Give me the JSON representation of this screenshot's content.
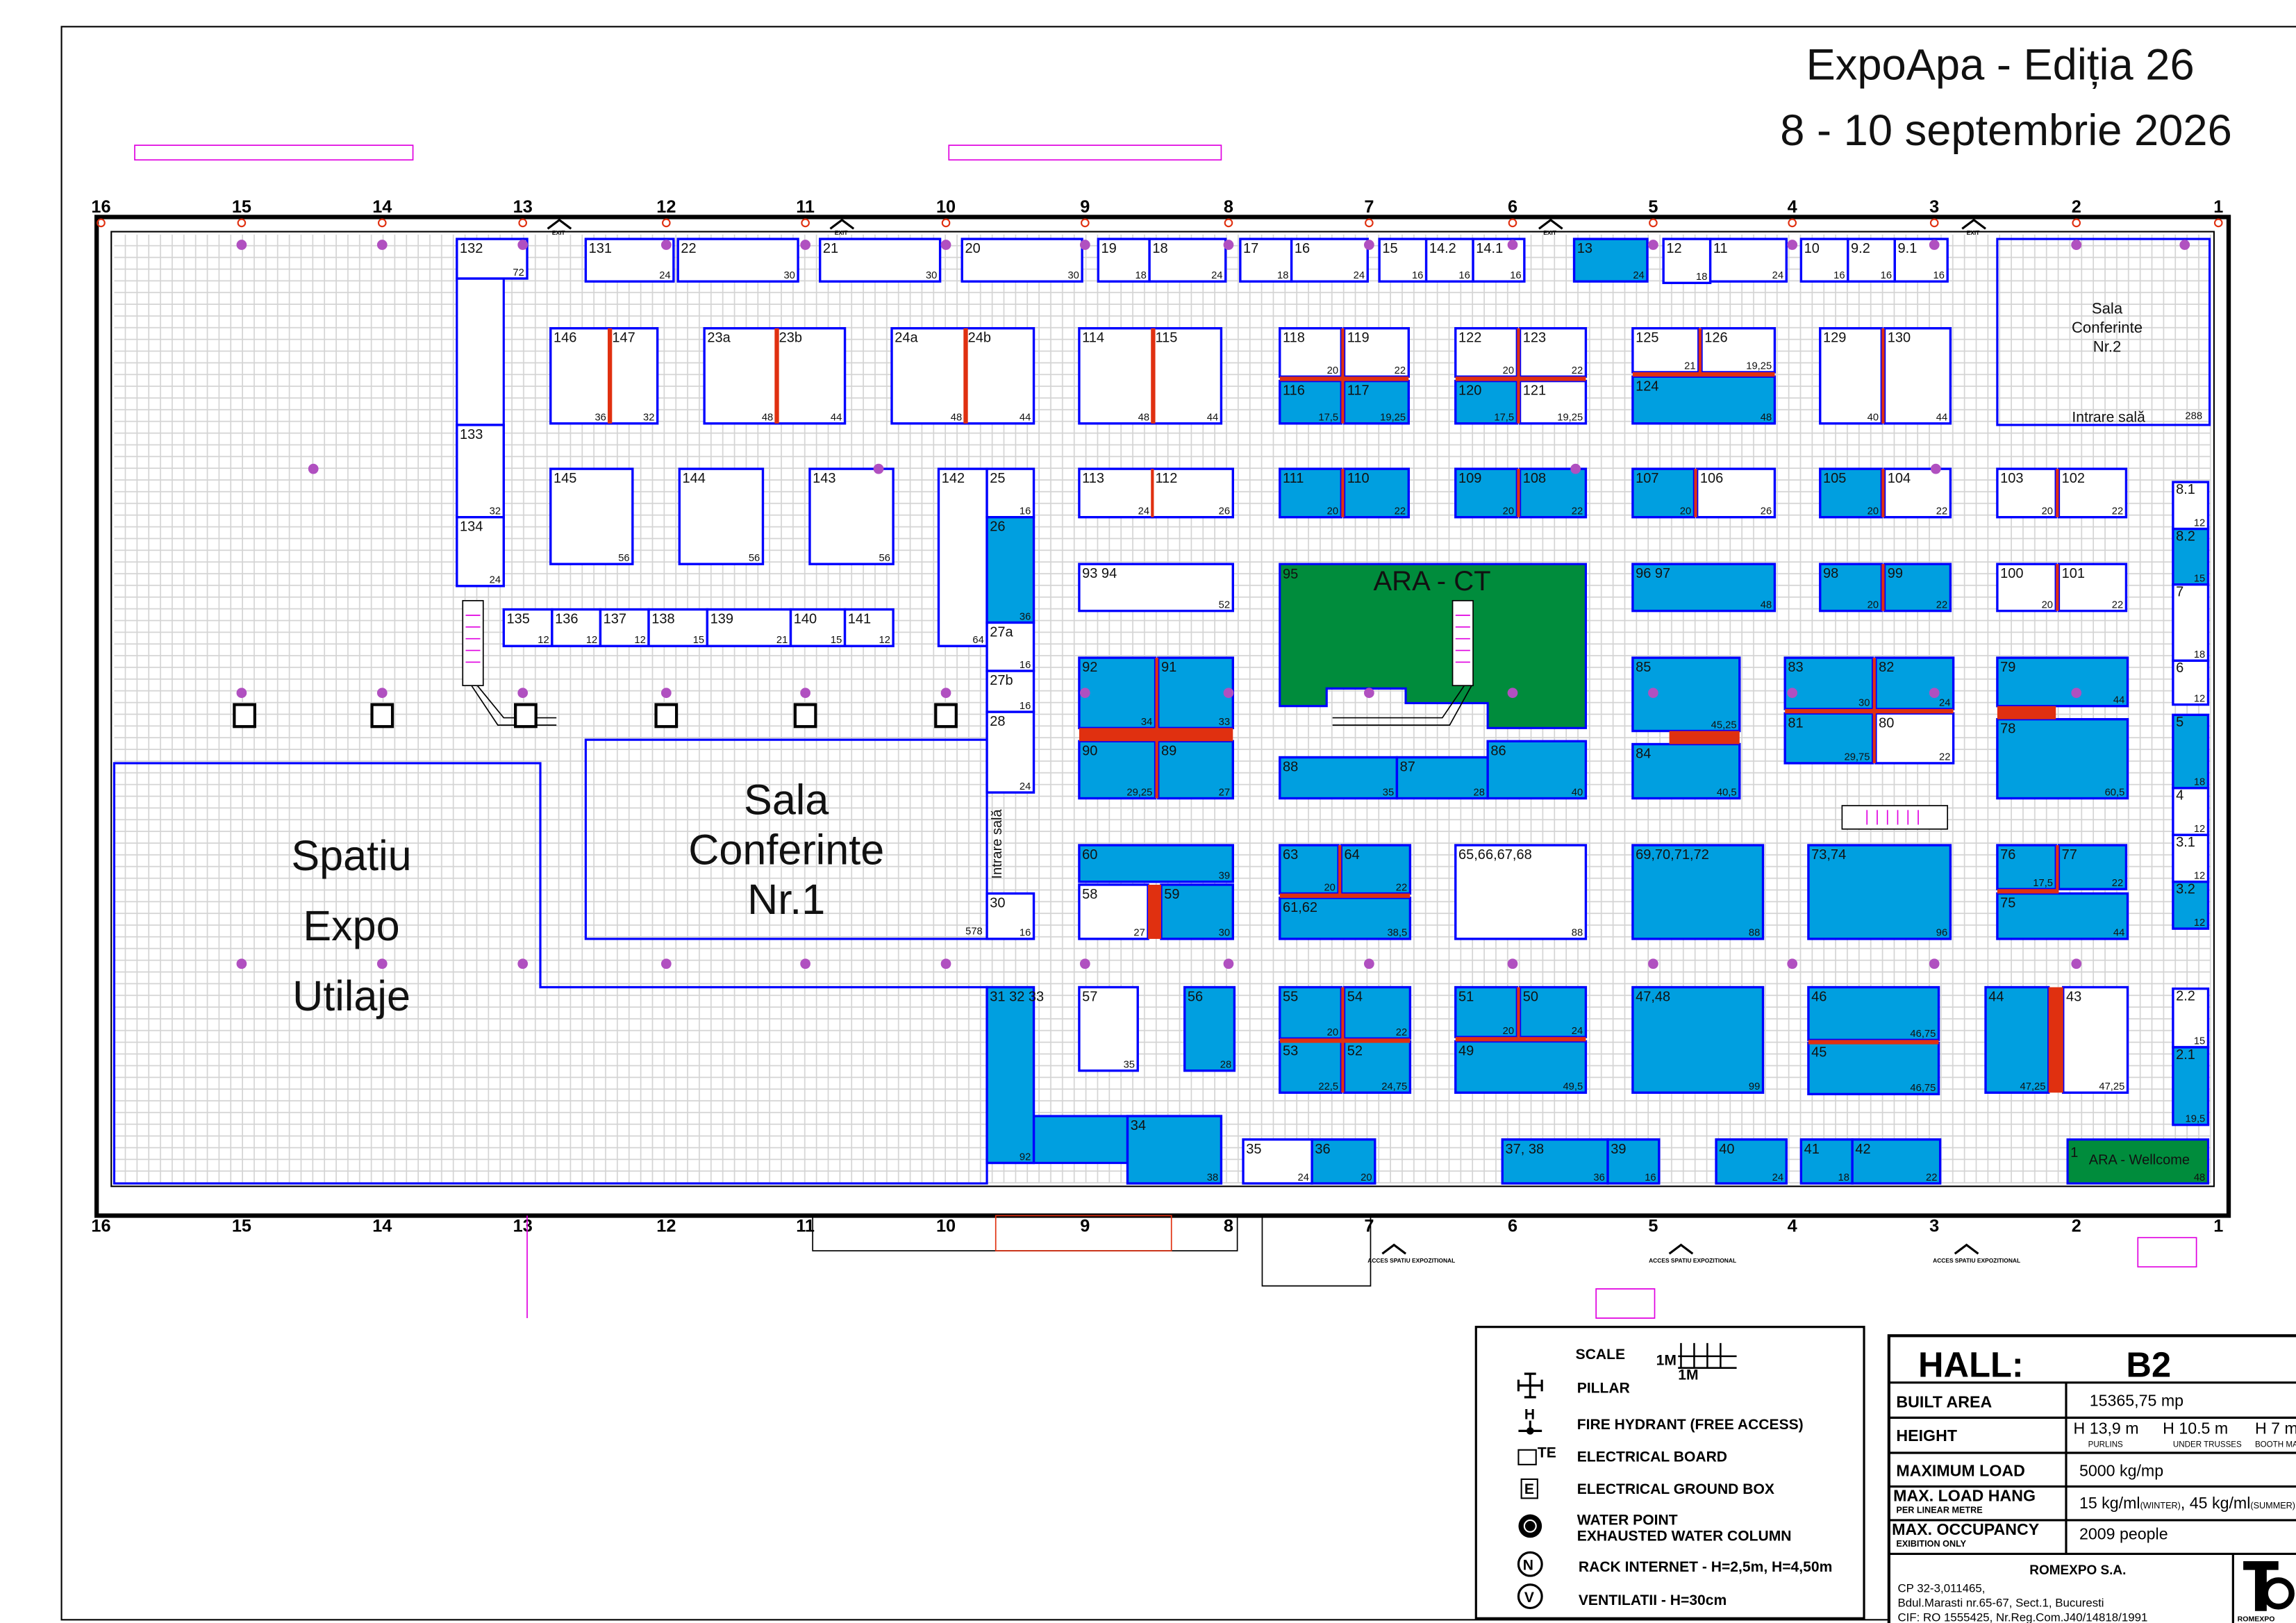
{
  "header": {
    "title": "ExpoApa - Ediția 26",
    "dates": "8 - 10 septembrie 2026"
  },
  "columns": [
    "16",
    "15",
    "14",
    "13",
    "12",
    "11",
    "10",
    "9",
    "8",
    "7",
    "6",
    "5",
    "4",
    "3",
    "2",
    "1"
  ],
  "colors": {
    "booked": "#009fe0",
    "free": "#ffffff",
    "stand_border": "#0000ff",
    "divider": "#e03010",
    "special": "#008c3c"
  },
  "stands": [
    {
      "label": "132",
      "area": "72",
      "booked": false
    },
    {
      "label": "131",
      "area": "24",
      "booked": false
    },
    {
      "label": "22",
      "area": "30",
      "booked": false
    },
    {
      "label": "21",
      "area": "30",
      "booked": false
    },
    {
      "label": "20",
      "area": "30",
      "booked": false
    },
    {
      "label": "19",
      "area": "18",
      "booked": false
    },
    {
      "label": "18",
      "area": "24",
      "booked": false
    },
    {
      "label": "17",
      "area": "18",
      "booked": false
    },
    {
      "label": "16",
      "area": "24",
      "booked": false
    },
    {
      "label": "15",
      "area": "16",
      "booked": false
    },
    {
      "label": "14.2",
      "area": "16",
      "booked": false
    },
    {
      "label": "14.1",
      "area": "16",
      "booked": false
    },
    {
      "label": "13",
      "area": "24",
      "booked": true
    },
    {
      "label": "12",
      "area": "18",
      "booked": false
    },
    {
      "label": "11",
      "area": "24",
      "booked": false
    },
    {
      "label": "10",
      "area": "16",
      "booked": false
    },
    {
      "label": "9.2",
      "area": "16",
      "booked": false
    },
    {
      "label": "9.1",
      "area": "16",
      "booked": false
    },
    {
      "label": "133",
      "area": "32",
      "booked": false
    },
    {
      "label": "134",
      "area": "24",
      "booked": false
    },
    {
      "label": "146",
      "area": "36",
      "booked": false
    },
    {
      "label": "147",
      "area": "32",
      "booked": false
    },
    {
      "label": "23a",
      "area": "48",
      "booked": false
    },
    {
      "label": "23b",
      "area": "44",
      "booked": false
    },
    {
      "label": "24a",
      "area": "48",
      "booked": false
    },
    {
      "label": "24b",
      "area": "44",
      "booked": false
    },
    {
      "label": "114",
      "area": "48",
      "booked": false
    },
    {
      "label": "115",
      "area": "44",
      "booked": false
    },
    {
      "label": "118",
      "area": "20",
      "booked": false
    },
    {
      "label": "119",
      "area": "22",
      "booked": false
    },
    {
      "label": "116",
      "area": "17,5",
      "booked": true
    },
    {
      "label": "117",
      "area": "19,25",
      "booked": true
    },
    {
      "label": "122",
      "area": "20",
      "booked": false
    },
    {
      "label": "123",
      "area": "22",
      "booked": false
    },
    {
      "label": "120",
      "area": "17,5",
      "booked": true
    },
    {
      "label": "121",
      "area": "19,25",
      "booked": false
    },
    {
      "label": "125",
      "area": "21",
      "booked": false
    },
    {
      "label": "126",
      "area": "19,25",
      "booked": false
    },
    {
      "label": "124",
      "area": "48",
      "booked": true
    },
    {
      "label": "129",
      "area": "40",
      "booked": false
    },
    {
      "label": "130",
      "area": "44",
      "booked": false
    },
    {
      "label": "145",
      "area": "56",
      "booked": false
    },
    {
      "label": "144",
      "area": "56",
      "booked": false
    },
    {
      "label": "143",
      "area": "56",
      "booked": false
    },
    {
      "label": "142",
      "area": "64",
      "booked": false
    },
    {
      "label": "25",
      "area": "16",
      "booked": false
    },
    {
      "label": "26",
      "area": "36",
      "booked": true
    },
    {
      "label": "27a",
      "area": "16",
      "booked": false
    },
    {
      "label": "27b",
      "area": "16",
      "booked": false
    },
    {
      "label": "28",
      "area": "24",
      "booked": false
    },
    {
      "label": "30",
      "area": "16",
      "booked": false
    },
    {
      "label": "113",
      "area": "24",
      "booked": false
    },
    {
      "label": "112",
      "area": "26",
      "booked": false
    },
    {
      "label": "111",
      "area": "20",
      "booked": true
    },
    {
      "label": "110",
      "area": "22",
      "booked": true
    },
    {
      "label": "109",
      "area": "20",
      "booked": true
    },
    {
      "label": "108",
      "area": "22",
      "booked": true
    },
    {
      "label": "107",
      "area": "20",
      "booked": true
    },
    {
      "label": "106",
      "area": "26",
      "booked": false
    },
    {
      "label": "105",
      "area": "20",
      "booked": true
    },
    {
      "label": "104",
      "area": "22",
      "booked": false
    },
    {
      "label": "103",
      "area": "20",
      "booked": false
    },
    {
      "label": "102",
      "area": "22",
      "booked": false
    },
    {
      "label": "8.1",
      "area": "12",
      "booked": false
    },
    {
      "label": "8.2",
      "area": "15",
      "booked": true
    },
    {
      "label": "7",
      "area": "18",
      "booked": false
    },
    {
      "label": "6",
      "area": "12",
      "booked": false
    },
    {
      "label": "5",
      "area": "18",
      "booked": true
    },
    {
      "label": "4",
      "area": "12",
      "booked": false
    },
    {
      "label": "3.1",
      "area": "12",
      "booked": false
    },
    {
      "label": "3.2",
      "area": "12",
      "booked": true
    },
    {
      "label": "2.2",
      "area": "15",
      "booked": false
    },
    {
      "label": "2.1",
      "area": "19,5",
      "booked": true
    },
    {
      "label": "135",
      "area": "12",
      "booked": false
    },
    {
      "label": "136",
      "area": "12",
      "booked": false
    },
    {
      "label": "137",
      "area": "12",
      "booked": false
    },
    {
      "label": "138",
      "area": "15",
      "booked": false
    },
    {
      "label": "139",
      "area": "21",
      "booked": false
    },
    {
      "label": "140",
      "area": "15",
      "booked": false
    },
    {
      "label": "141",
      "area": "12",
      "booked": false
    },
    {
      "label": "93 94",
      "area": "52",
      "booked": false
    },
    {
      "label": "96 97",
      "area": "48",
      "booked": true
    },
    {
      "label": "98",
      "area": "20",
      "booked": true
    },
    {
      "label": "99",
      "area": "22",
      "booked": true
    },
    {
      "label": "100",
      "area": "20",
      "booked": false
    },
    {
      "label": "101",
      "area": "22",
      "booked": false
    },
    {
      "label": "92",
      "area": "34",
      "booked": true
    },
    {
      "label": "91",
      "area": "33",
      "booked": true
    },
    {
      "label": "90",
      "area": "29,25",
      "booked": true
    },
    {
      "label": "89",
      "area": "27",
      "booked": true
    },
    {
      "label": "88",
      "area": "35",
      "booked": true
    },
    {
      "label": "87",
      "area": "28",
      "booked": true
    },
    {
      "label": "86",
      "area": "40",
      "booked": true
    },
    {
      "label": "85",
      "area": "45,25",
      "booked": true
    },
    {
      "label": "84",
      "area": "40,5",
      "booked": true
    },
    {
      "label": "83",
      "area": "30",
      "booked": true
    },
    {
      "label": "82",
      "area": "24",
      "booked": true
    },
    {
      "label": "81",
      "area": "29,75",
      "booked": true
    },
    {
      "label": "80",
      "area": "22",
      "booked": false
    },
    {
      "label": "79",
      "area": "44",
      "booked": true
    },
    {
      "label": "78",
      "area": "60,5",
      "booked": true
    },
    {
      "label": "60",
      "area": "39",
      "booked": true
    },
    {
      "label": "58",
      "area": "27",
      "booked": false
    },
    {
      "label": "59",
      "area": "30",
      "booked": true
    },
    {
      "label": "63",
      "area": "20",
      "booked": true
    },
    {
      "label": "64",
      "area": "22",
      "booked": true
    },
    {
      "label": "61,62",
      "area": "38,5",
      "booked": true
    },
    {
      "label": "65,66,67,68",
      "area": "88",
      "booked": false
    },
    {
      "label": "69,70,71,72",
      "area": "88",
      "booked": true
    },
    {
      "label": "73,74",
      "area": "96",
      "booked": true
    },
    {
      "label": "76",
      "area": "17,5",
      "booked": true
    },
    {
      "label": "77",
      "area": "22",
      "booked": true
    },
    {
      "label": "75",
      "area": "44",
      "booked": true
    },
    {
      "label": "57",
      "area": "35",
      "booked": false
    },
    {
      "label": "56",
      "area": "28",
      "booked": true
    },
    {
      "label": "55",
      "area": "20",
      "booked": true
    },
    {
      "label": "54",
      "area": "22",
      "booked": true
    },
    {
      "label": "53",
      "area": "22,5",
      "booked": true
    },
    {
      "label": "52",
      "area": "24,75",
      "booked": true
    },
    {
      "label": "51",
      "area": "20",
      "booked": true
    },
    {
      "label": "50",
      "area": "24",
      "booked": true
    },
    {
      "label": "49",
      "area": "49,5",
      "booked": true
    },
    {
      "label": "47,48",
      "area": "99",
      "booked": true
    },
    {
      "label": "46",
      "area": "46,75",
      "booked": true
    },
    {
      "label": "45",
      "area": "46,75",
      "booked": true
    },
    {
      "label": "44",
      "area": "47,25",
      "booked": true
    },
    {
      "label": "43",
      "area": "47,25",
      "booked": false
    },
    {
      "label": "31\n32\n33",
      "area": "92",
      "booked": true
    },
    {
      "label": "34",
      "area": "38",
      "booked": true
    },
    {
      "label": "35",
      "area": "24",
      "booked": false
    },
    {
      "label": "36",
      "area": "20",
      "booked": true
    },
    {
      "label": "37, 38",
      "area": "36",
      "booked": true
    },
    {
      "label": "39",
      "area": "16",
      "booked": true
    },
    {
      "label": "40",
      "area": "24",
      "booked": true
    },
    {
      "label": "41",
      "area": "18",
      "booked": true
    },
    {
      "label": "42",
      "area": "22",
      "booked": true
    }
  ],
  "specials": {
    "ara_ct": {
      "number": "95",
      "name": "ARA - CT"
    },
    "ara_welcome": {
      "number": "1",
      "name": "ARA - Wellcome",
      "area": "48"
    },
    "sala1": {
      "line1": "Sala",
      "line2": "Conferinte",
      "line3": "Nr.1",
      "area": "578",
      "entrance": "Intrare sală"
    },
    "sala2": {
      "line1": "Sala",
      "line2": "Conferinte",
      "line3": "Nr.2",
      "area": "288",
      "entrance": "Intrare sală"
    },
    "expo": {
      "line1": "Spatiu",
      "line2": "Expo",
      "line3": "Utilaje"
    }
  },
  "legend": {
    "scale": "SCALE",
    "scale_unit": "1M",
    "items": [
      {
        "icon": "pillar-icon",
        "label": "PILLAR"
      },
      {
        "icon": "fire-hydrant-icon",
        "label": "FIRE HYDRANT (FREE ACCESS)"
      },
      {
        "icon": "electrical-board-icon",
        "label": "ELECTRICAL BOARD"
      },
      {
        "icon": "electrical-ground-box-icon",
        "label": "ELECTRICAL GROUND BOX"
      },
      {
        "icon": "water-point-icon",
        "label": "WATER POINT",
        "label2": "EXHAUSTED WATER COLUMN"
      },
      {
        "icon": "rack-internet-icon",
        "label": "RACK INTERNET - H=2,5m, H=4,50m"
      },
      {
        "icon": "ventilation-icon",
        "label": "VENTILATII - H=30cm"
      }
    ],
    "te": "TE",
    "e": "E",
    "n": "N",
    "v": "V"
  },
  "hall": {
    "label": "HALL:",
    "name": "B2",
    "built_area_label": "BUILT  AREA",
    "built_area": "15365,75 mp",
    "height_label": "HEIGHT",
    "heights": [
      {
        "value": "H 13,9 m",
        "note": "PURLINS"
      },
      {
        "value": "H 10.5 m",
        "note": "UNDER TRUSSES"
      },
      {
        "value": "H 7 m",
        "note": "BOOTH MAX"
      }
    ],
    "max_load_label": "MAXIMUM LOAD",
    "max_load": "5000 kg/mp",
    "max_hang_label": "MAX. LOAD HANG",
    "max_hang_sub": "PER LINEAR METRE",
    "max_hang": "15 kg/ml",
    "max_hang_w": "(WINTER)",
    "max_hang2": ", 45 kg/ml",
    "max_hang_s": "(SUMMER)",
    "occupancy_label": "MAX. OCCUPANCY",
    "occupancy_sub": "EXIBITION ONLY",
    "occupancy": "2009 people",
    "company": "ROMEXPO S.A.",
    "address1": "CP 32-3,011465,",
    "address2": "Bdul.Marasti nr.65-67, Sect.1, Bucuresti",
    "address3": "CIF: RO 1555425, Nr.Reg.Com.J40/14818/1991",
    "logo_text": "ROMEXPO"
  },
  "exit_label": "EXIT",
  "access_label": "ACCES SPATIU EXPOZITIONAL"
}
